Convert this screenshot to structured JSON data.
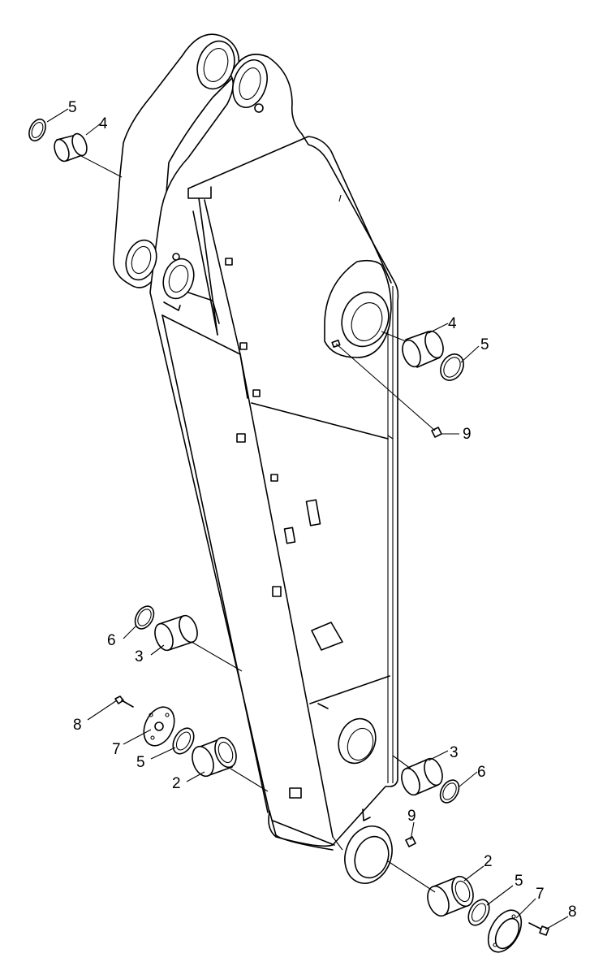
{
  "diagram": {
    "type": "exploded parts diagram",
    "subject": "excavator arm (stick) assembly",
    "callouts": [
      {
        "id": "c-top-left-5",
        "label": "5"
      },
      {
        "id": "c-top-left-4",
        "label": "4"
      },
      {
        "id": "c-mid-right-4",
        "label": "4"
      },
      {
        "id": "c-mid-right-5",
        "label": "5"
      },
      {
        "id": "c-mid-right-9",
        "label": "9"
      },
      {
        "id": "c-left-6",
        "label": "6"
      },
      {
        "id": "c-left-3",
        "label": "3"
      },
      {
        "id": "c-left-8",
        "label": "8"
      },
      {
        "id": "c-left-7",
        "label": "7"
      },
      {
        "id": "c-left-5",
        "label": "5"
      },
      {
        "id": "c-left-2",
        "label": "2"
      },
      {
        "id": "c-right-3",
        "label": "3"
      },
      {
        "id": "c-right-6",
        "label": "6"
      },
      {
        "id": "c-bottom-9",
        "label": "9"
      },
      {
        "id": "c-bottom-2",
        "label": "2"
      },
      {
        "id": "c-bottom-5",
        "label": "5"
      },
      {
        "id": "c-bottom-7",
        "label": "7"
      },
      {
        "id": "c-bottom-8",
        "label": "8"
      }
    ]
  }
}
